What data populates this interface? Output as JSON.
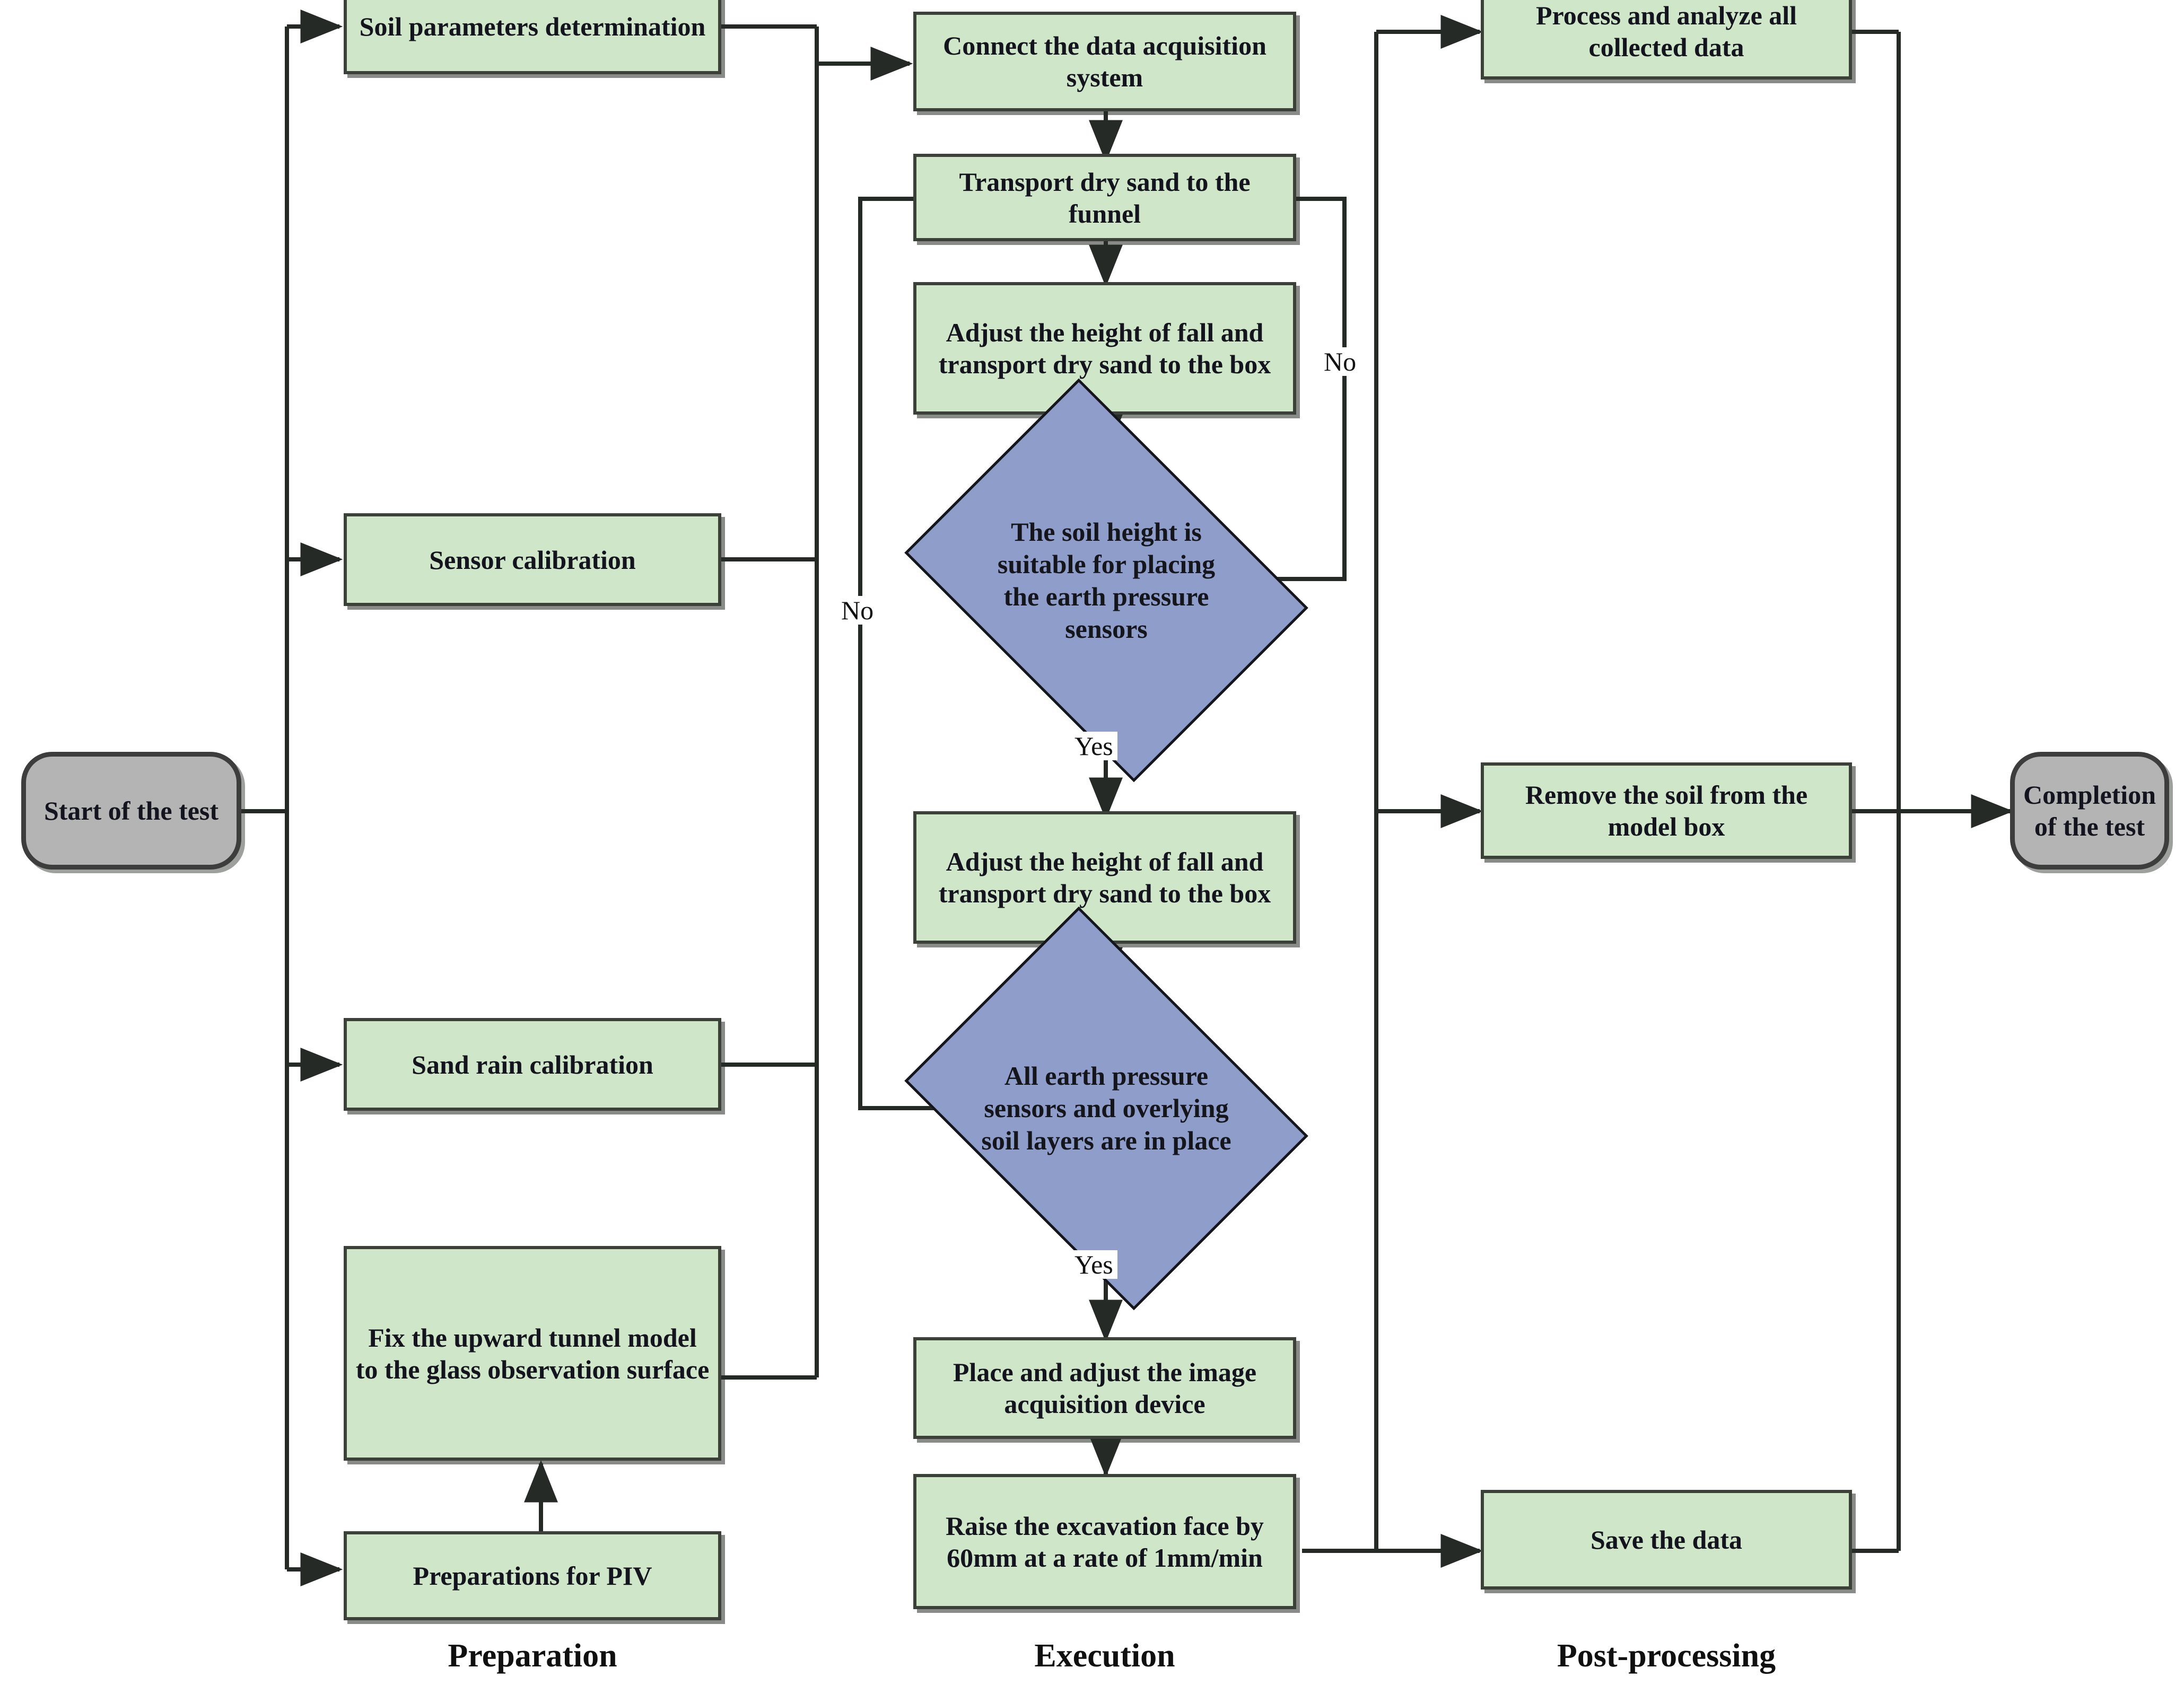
{
  "diagram": {
    "title": "Experimental test procedure flowchart",
    "colors": {
      "process_fill": "#cfe6c8",
      "process_border": "#3b4139",
      "decision_fill": "#8e9dc9",
      "decision_border": "#15151c",
      "terminator_fill": "#b4b4b4",
      "terminator_border": "#3d3d3d",
      "line": "#1a1a1a",
      "background": "#ffffff"
    }
  },
  "terminators": {
    "start": "Start of the test",
    "end": "Completion of the test"
  },
  "preparation": {
    "column_label": "Preparation",
    "steps": [
      {
        "id": "soil-params",
        "label": "Soil parameters determination"
      },
      {
        "id": "sensor-cal",
        "label": "Sensor calibration"
      },
      {
        "id": "sand-rain-cal",
        "label": "Sand rain calibration"
      },
      {
        "id": "fix-tunnel",
        "label": "Fix the upward tunnel model to the glass observation surface"
      },
      {
        "id": "piv-prep",
        "label": "Preparations for PIV"
      }
    ]
  },
  "execution": {
    "column_label": "Execution",
    "steps": [
      {
        "id": "connect-daq",
        "label": "Connect the data acquisition system"
      },
      {
        "id": "transport-funnel",
        "label": "Transport dry sand to the funnel"
      },
      {
        "id": "adjust-fall-1",
        "label": "Adjust the height of fall and transport dry sand to the box"
      },
      {
        "id": "adjust-fall-2",
        "label": "Adjust the height of fall and transport dry sand to the box"
      },
      {
        "id": "place-camera",
        "label": "Place and adjust the image acquisition device"
      },
      {
        "id": "raise-face",
        "label": "Raise the excavation face by 60mm at a rate of 1mm/min"
      }
    ],
    "decisions": [
      {
        "id": "soil-height-ok",
        "label": "The soil height is suitable for placing the earth pressure sensors",
        "yes": "Yes",
        "no": "No"
      },
      {
        "id": "sensors-in-place",
        "label": "All earth pressure sensors and overlying soil layers are in place",
        "yes": "Yes",
        "no": "No"
      }
    ]
  },
  "post_processing": {
    "column_label": "Post-processing",
    "steps": [
      {
        "id": "process-analyze",
        "label": "Process and analyze all collected data"
      },
      {
        "id": "remove-soil",
        "label": "Remove the soil from the model box"
      },
      {
        "id": "save-data",
        "label": "Save the data"
      }
    ]
  },
  "edge_labels": {
    "no_right_top": "No",
    "no_left_middle": "No",
    "yes_first": "Yes",
    "yes_second": "Yes"
  }
}
